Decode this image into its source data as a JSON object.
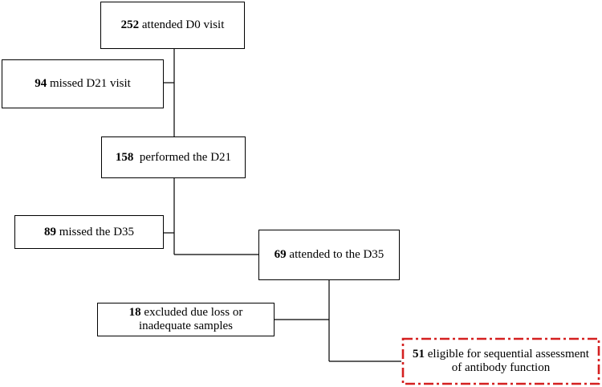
{
  "flowchart": {
    "nodes": {
      "attended_d0": {
        "count": "252",
        "text": " attended D0 visit"
      },
      "missed_d21": {
        "count": "94",
        "text": " missed D21 visit"
      },
      "performed_d21": {
        "count": "158",
        "text": "  performed the D21"
      },
      "missed_d35": {
        "count": "89",
        "text": " missed the D35"
      },
      "attended_d35": {
        "count": "69",
        "text": " attended to the D35"
      },
      "excluded": {
        "count": "18",
        "text_line1": " excluded due loss or",
        "text_line2": "inadequate samples"
      },
      "eligible": {
        "count": "51",
        "text_line1": " eligible for sequential assessment",
        "text_line2": "of antibody function"
      }
    },
    "colors": {
      "highlight_border": "#d42020",
      "box_border": "#000000"
    }
  }
}
